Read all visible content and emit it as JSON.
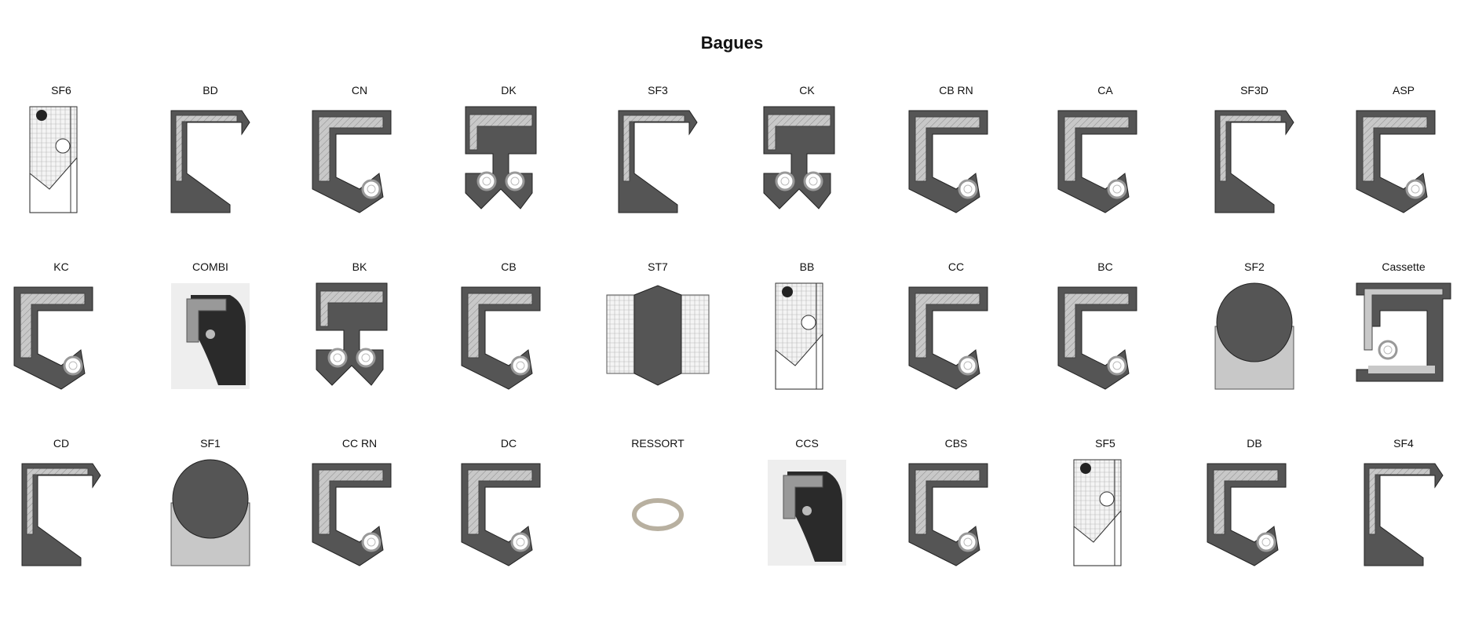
{
  "page": {
    "title": "Bagues"
  },
  "colors": {
    "dark": "#555555",
    "hatch": "#c8c8c8",
    "light": "#d9d9d9",
    "outline": "#222222",
    "brass": "#b07a2a"
  },
  "items": [
    {
      "label": "SF6",
      "icon": "line"
    },
    {
      "label": "BD",
      "icon": "plain"
    },
    {
      "label": "CN",
      "icon": "lip"
    },
    {
      "label": "DK",
      "icon": "double"
    },
    {
      "label": "SF3",
      "icon": "plain"
    },
    {
      "label": "CK",
      "icon": "double"
    },
    {
      "label": "CB RN",
      "icon": "lip"
    },
    {
      "label": "CA",
      "icon": "lip"
    },
    {
      "label": "SF3D",
      "icon": "plain"
    },
    {
      "label": "ASP",
      "icon": "lip"
    },
    {
      "label": "KC",
      "icon": "lip"
    },
    {
      "label": "COMBI",
      "icon": "photo"
    },
    {
      "label": "BK",
      "icon": "double"
    },
    {
      "label": "CB",
      "icon": "lip"
    },
    {
      "label": "ST7",
      "icon": "block"
    },
    {
      "label": "BB",
      "icon": "line"
    },
    {
      "label": "CC",
      "icon": "lip"
    },
    {
      "label": "BC",
      "icon": "lip"
    },
    {
      "label": "SF2",
      "icon": "oring"
    },
    {
      "label": "Cassette",
      "icon": "cassette"
    },
    {
      "label": "CD",
      "icon": "plain"
    },
    {
      "label": "SF1",
      "icon": "oring"
    },
    {
      "label": "CC RN",
      "icon": "lip"
    },
    {
      "label": "DC",
      "icon": "lip"
    },
    {
      "label": "RESSORT",
      "icon": "ring"
    },
    {
      "label": "CCS",
      "icon": "photo"
    },
    {
      "label": "CBS",
      "icon": "lip"
    },
    {
      "label": "SF5",
      "icon": "line"
    },
    {
      "label": "DB",
      "icon": "lip"
    },
    {
      "label": "SF4",
      "icon": "plain"
    }
  ]
}
